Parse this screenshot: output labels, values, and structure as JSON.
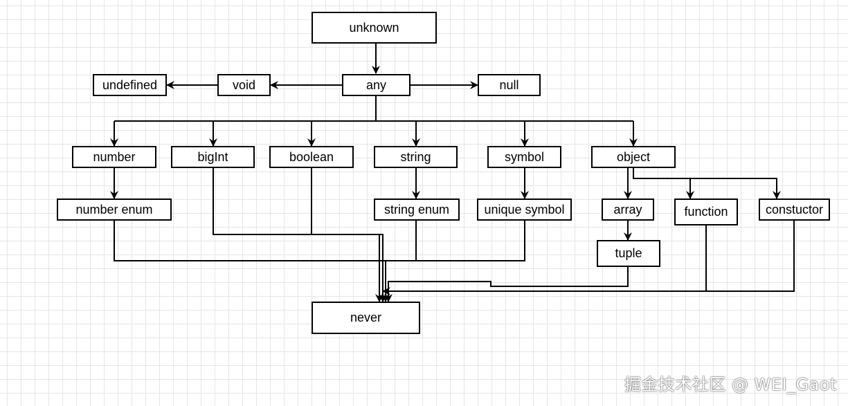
{
  "diagram": {
    "nodes": {
      "unknown": "unknown",
      "any": "any",
      "void": "void",
      "undefined": "undefined",
      "null": "null",
      "number": "number",
      "bigint": "bigInt",
      "boolean": "boolean",
      "string": "string",
      "symbol": "symbol",
      "object": "object",
      "number_enum": "number enum",
      "string_enum": "string enum",
      "unique_symbol": "unique symbol",
      "array": "array",
      "function": "function",
      "constructor": "constuctor",
      "tuple": "tuple",
      "never": "never"
    },
    "edges": [
      [
        "unknown",
        "any"
      ],
      [
        "any",
        "void"
      ],
      [
        "void",
        "undefined"
      ],
      [
        "any",
        "null"
      ],
      [
        "any",
        "number"
      ],
      [
        "any",
        "bigint"
      ],
      [
        "any",
        "boolean"
      ],
      [
        "any",
        "string"
      ],
      [
        "any",
        "symbol"
      ],
      [
        "any",
        "object"
      ],
      [
        "number",
        "number_enum"
      ],
      [
        "string",
        "string_enum"
      ],
      [
        "symbol",
        "unique_symbol"
      ],
      [
        "object",
        "array"
      ],
      [
        "object",
        "function"
      ],
      [
        "object",
        "constructor"
      ],
      [
        "array",
        "tuple"
      ],
      [
        "number_enum",
        "never"
      ],
      [
        "bigint",
        "never"
      ],
      [
        "boolean",
        "never"
      ],
      [
        "string_enum",
        "never"
      ],
      [
        "unique_symbol",
        "never"
      ],
      [
        "tuple",
        "never"
      ],
      [
        "function",
        "never"
      ],
      [
        "constructor",
        "never"
      ]
    ]
  },
  "watermark": "掘金技术社区 @ WEI_Gaot",
  "colors": {
    "stroke": "#000000",
    "grid": "#e6e6e6",
    "background": "#ffffff"
  }
}
